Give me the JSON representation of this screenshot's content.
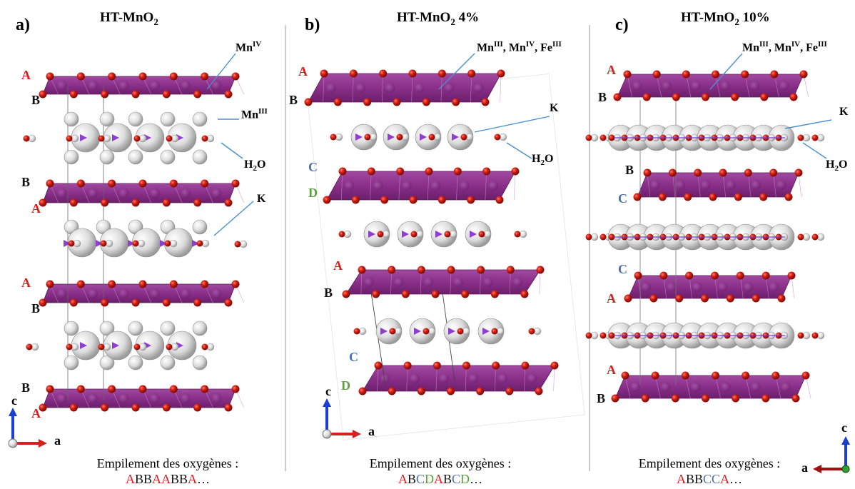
{
  "colors": {
    "A": "#d42020",
    "B": "#111111",
    "C": "#4a6fb3",
    "D": "#5ba03c",
    "layer": "#8a2f8a",
    "oxygen": "#c41a12",
    "callout": "#4a90d0",
    "axis_c": "#1a3fd0",
    "axis_a": "#d42020"
  },
  "panels": [
    {
      "letter": "a)",
      "title_main": "HT-MnO",
      "title_sub": "2",
      "title_suffix": "",
      "layers": [
        {
          "top": "A",
          "bottom": "B"
        },
        {
          "top": "B",
          "bottom": "A"
        },
        {
          "top": "A",
          "bottom": "B"
        },
        {
          "top": "B",
          "bottom": "A"
        }
      ],
      "callouts": [
        {
          "base": "Mn",
          "sup": "IV",
          "rest": ""
        },
        {
          "base": "Mn",
          "sup": "III",
          "rest": ""
        },
        {
          "base": "H",
          "sub": "2",
          "rest": "O"
        },
        {
          "base": "K",
          "sup": "",
          "rest": ""
        }
      ],
      "axes": {
        "vertical": "c",
        "horizontal": "a"
      },
      "stacking_caption": "Empilement des oxygènes :",
      "stacking_seq": [
        {
          "t": "A",
          "c": "A"
        },
        {
          "t": "B",
          "c": "B"
        },
        {
          "t": "B",
          "c": "B"
        },
        {
          "t": "A",
          "c": "A"
        },
        {
          "t": "A",
          "c": "A"
        },
        {
          "t": "B",
          "c": "B"
        },
        {
          "t": "B",
          "c": "B"
        },
        {
          "t": "A",
          "c": "A"
        },
        {
          "t": "…",
          "c": "B"
        }
      ]
    },
    {
      "letter": "b)",
      "title_main": "HT-MnO",
      "title_sub": "2",
      "title_suffix": " 4%",
      "layers": [
        {
          "top": "A",
          "bottom": "B"
        },
        {
          "top": "C",
          "bottom": "D"
        },
        {
          "top": "A",
          "bottom": "B"
        },
        {
          "top": "C",
          "bottom": "D"
        }
      ],
      "callouts": [
        {
          "text": "MnIII, MnIV, FeIII"
        },
        {
          "base": "K",
          "rest": ""
        },
        {
          "base": "H",
          "sub": "2",
          "rest": "O"
        }
      ],
      "axes": {
        "vertical": "c",
        "horizontal": "a"
      },
      "stacking_caption": "Empilement des oxygènes :",
      "stacking_seq": [
        {
          "t": "A",
          "c": "A"
        },
        {
          "t": "B",
          "c": "B"
        },
        {
          "t": "C",
          "c": "C"
        },
        {
          "t": "D",
          "c": "D"
        },
        {
          "t": "A",
          "c": "A"
        },
        {
          "t": "B",
          "c": "B"
        },
        {
          "t": "C",
          "c": "C"
        },
        {
          "t": "D",
          "c": "D"
        },
        {
          "t": "…",
          "c": "B"
        }
      ]
    },
    {
      "letter": "c)",
      "title_main": "HT-MnO",
      "title_sub": "2",
      "title_suffix": " 10%",
      "layers": [
        {
          "top": "A",
          "bottom": "B"
        },
        {
          "top": "B",
          "bottom": "C"
        },
        {
          "top": "C",
          "bottom": "A"
        },
        {
          "top": "A",
          "bottom": "B"
        }
      ],
      "callouts": [
        {
          "text": "MnIII, MnIV, FeIII"
        },
        {
          "base": "K",
          "rest": ""
        },
        {
          "base": "H",
          "sub": "2",
          "rest": "O"
        }
      ],
      "axes": {
        "vertical": "c",
        "horizontal": "a"
      },
      "stacking_caption": "Empilement des oxygènes :",
      "stacking_seq": [
        {
          "t": "A",
          "c": "A"
        },
        {
          "t": "B",
          "c": "B"
        },
        {
          "t": "B",
          "c": "B"
        },
        {
          "t": "C",
          "c": "C"
        },
        {
          "t": "C",
          "c": "C"
        },
        {
          "t": "A",
          "c": "A"
        },
        {
          "t": "…",
          "c": "B"
        }
      ]
    }
  ]
}
